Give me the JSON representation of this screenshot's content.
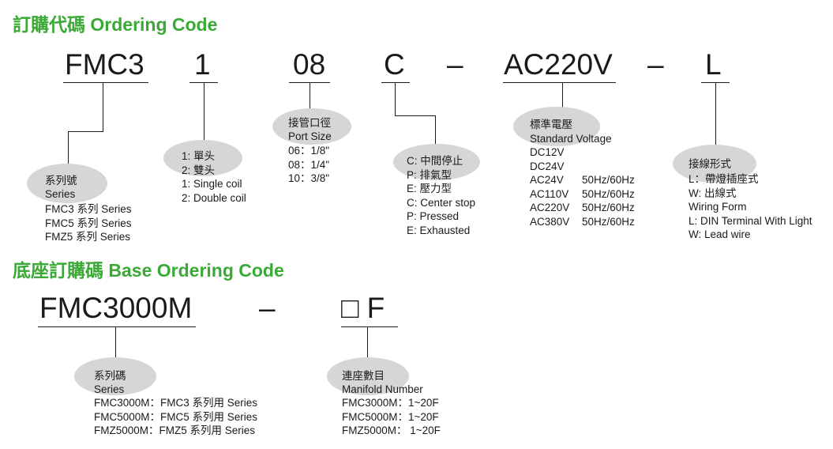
{
  "colors": {
    "heading": "#3aa935",
    "text": "#1a1a1a",
    "blob": "#d6d6d6"
  },
  "ordering": {
    "title": "訂購代碼 Ordering Code",
    "codes": [
      "FMC3",
      "1",
      "08",
      "C",
      "–",
      "AC220V",
      "–",
      "L"
    ],
    "series": {
      "title_cn": "系列號",
      "title_en": "Series",
      "items": [
        "FMC3 系列 Series",
        "FMC5 系列 Series",
        "FMZ5 系列 Series"
      ]
    },
    "coil": {
      "items": [
        "1: 單头",
        "2: 雙头",
        "1: Single coil",
        "2: Double coil"
      ]
    },
    "port": {
      "title_cn": "接管口徑",
      "title_en": "Port Size",
      "items": [
        "06：1/8\"",
        "08：1/4\"",
        "10：3/8\""
      ]
    },
    "position": {
      "items": [
        "C: 中間停止",
        "P: 排氣型",
        "E: 壓力型",
        "C: Center stop",
        "P: Pressed",
        "E: Exhausted"
      ]
    },
    "voltage": {
      "title_cn": "標準電壓",
      "title_en": "Standard Voltage",
      "rows": [
        [
          "DC12V",
          ""
        ],
        [
          "DC24V",
          ""
        ],
        [
          "AC24V",
          "50Hz/60Hz"
        ],
        [
          "AC110V",
          "50Hz/60Hz"
        ],
        [
          "AC220V",
          "50Hz/60Hz"
        ],
        [
          "AC380V",
          "50Hz/60Hz"
        ]
      ]
    },
    "wiring": {
      "title_cn": "接線形式",
      "items": [
        "L：帶燈插座式",
        "W: 出線式",
        "Wiring Form",
        "L: DIN Terminal With Light",
        "W: Lead wire"
      ]
    }
  },
  "base": {
    "title": "底座訂購碼 Base Ordering Code",
    "codes": [
      "FMC3000M",
      "–",
      "□ F"
    ],
    "series": {
      "title_cn": "系列碼",
      "title_en": "Series",
      "items": [
        "FMC3000M：FMC3 系列用 Series",
        "FMC5000M：FMC5 系列用 Series",
        "FMZ5000M：FMZ5 系列用 Series"
      ]
    },
    "manifold": {
      "title_cn": "連座數目",
      "title_en": "Manifold Number",
      "items": [
        "FMC3000M：1~20F",
        "FMC5000M：1~20F",
        "FMZ5000M： 1~20F"
      ]
    }
  }
}
